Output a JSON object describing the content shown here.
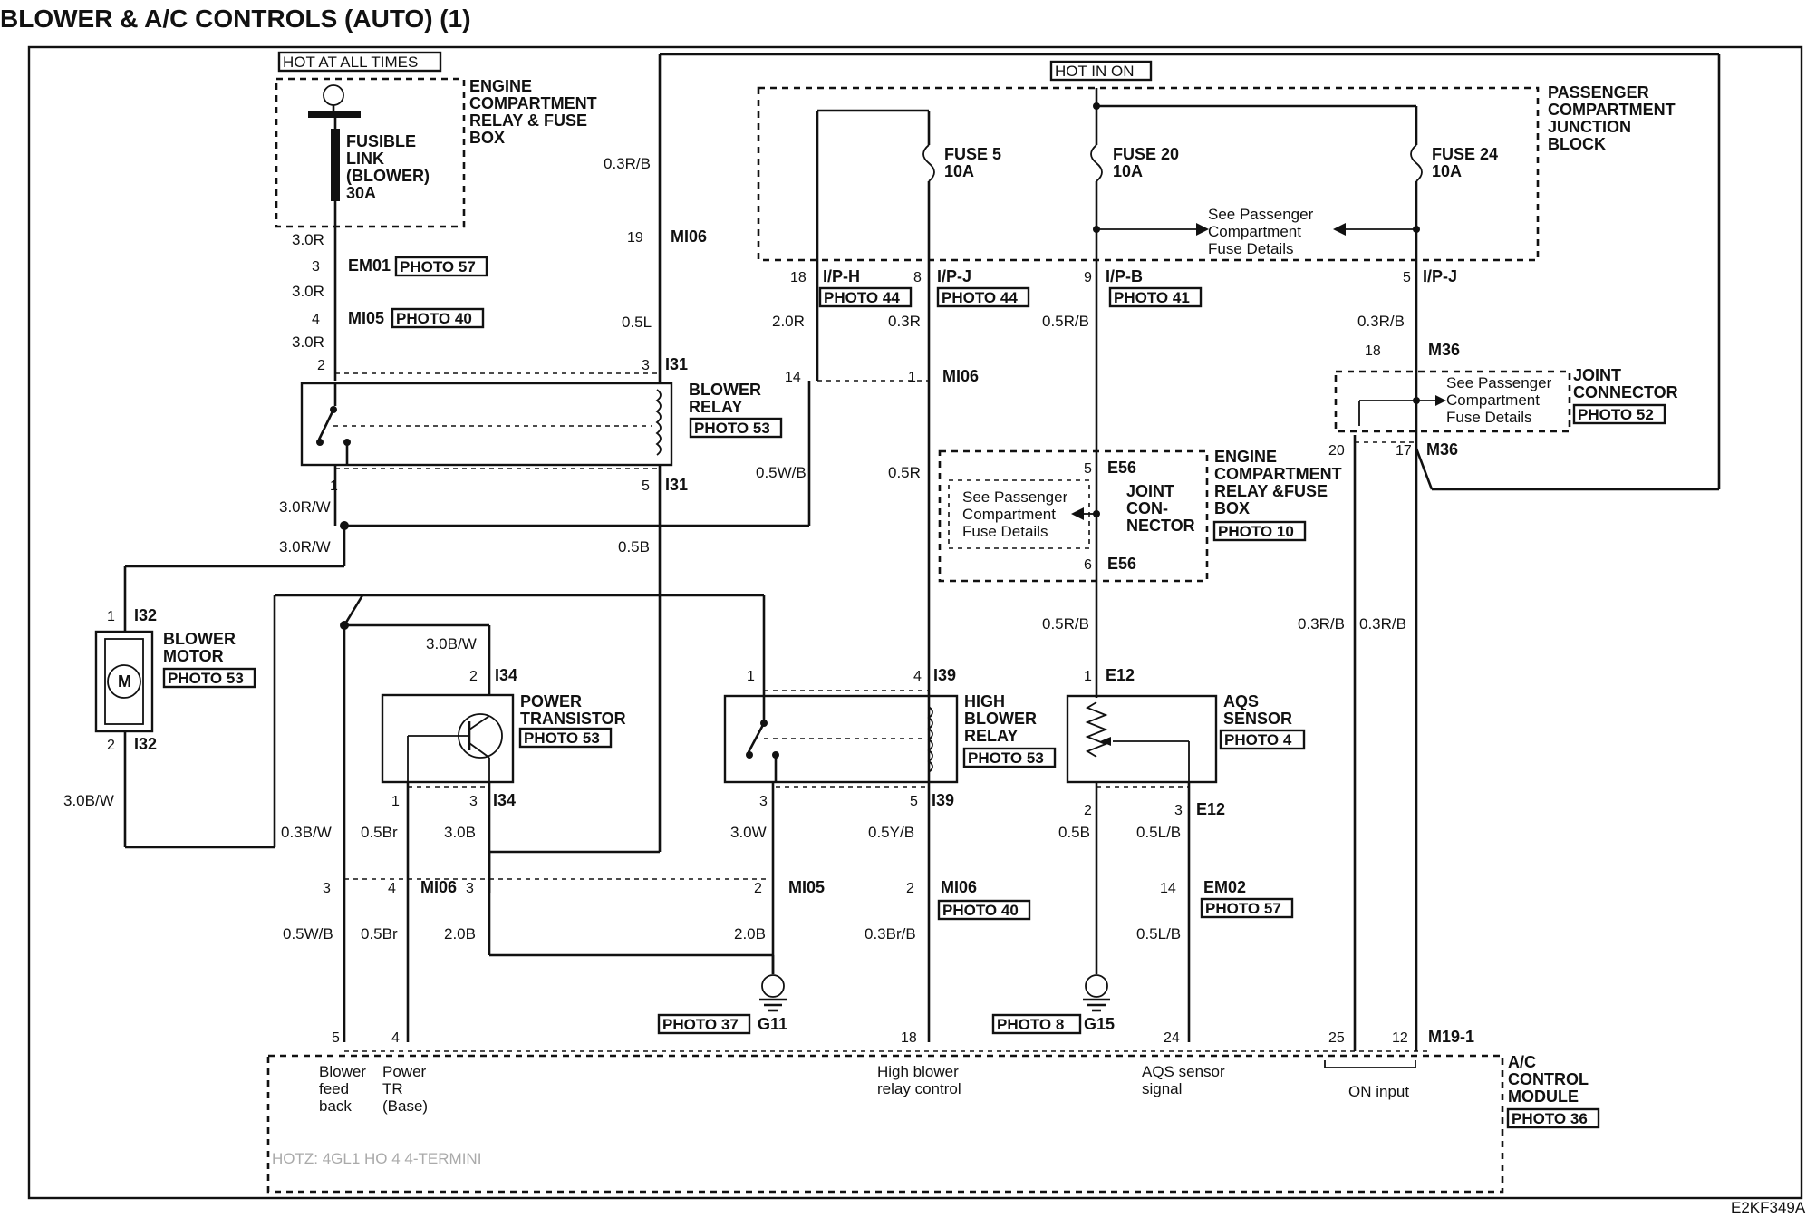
{
  "title": "BLOWER & A/C CONTROLS (AUTO) (1)",
  "figure_code": "E2KF349A",
  "power": {
    "hot_at_all_times": "HOT AT ALL TIMES",
    "hot_in_on": "HOT IN ON"
  },
  "engine_box_top": {
    "name_lines": [
      "ENGINE",
      "COMPARTMENT",
      "RELAY & FUSE",
      "BOX"
    ],
    "fusible_lines": [
      "FUSIBLE",
      "LINK",
      "(BLOWER)",
      "30A"
    ]
  },
  "pjb": {
    "name_lines": [
      "PASSENGER",
      "COMPARTMENT",
      "JUNCTION",
      "BLOCK"
    ],
    "fuse5": [
      "FUSE 5",
      "10A"
    ],
    "fuse20": [
      "FUSE 20",
      "10A"
    ],
    "fuse24": [
      "FUSE 24",
      "10A"
    ],
    "see_details": [
      "See Passenger",
      "Compartment",
      "Fuse Details"
    ]
  },
  "wires": {
    "w30r": "3.0R",
    "w03rb": "0.3R/B",
    "w05l": "0.5L",
    "w20r": "2.0R",
    "w03r": "0.3R",
    "w05rb": "0.5R/B",
    "w03rb2": "0.3R/B",
    "w30rw": "3.0R/W",
    "w05wb": "0.5W/B",
    "w05r": "0.5R",
    "w05b": "0.5B",
    "w30bw": "3.0B/W",
    "w03bw": "0.3B/W",
    "w05br": "0.5Br",
    "w30b": "3.0B",
    "w30w": "3.0W",
    "w05yb": "0.5Y/B",
    "w05lb": "0.5L/B",
    "w20b": "2.0B",
    "w03brb": "0.3Br/B",
    "w05wb2": "0.5W/B"
  },
  "connectors": {
    "em01": "EM01",
    "mi05": "MI05",
    "mi06": "MI06",
    "i31": "I31",
    "ipH": "I/P-H",
    "ipJ": "I/P-J",
    "ipB": "I/P-B",
    "m36": "M36",
    "e56": "E56",
    "i32": "I32",
    "i34": "I34",
    "i39": "I39",
    "e12": "E12",
    "em02": "EM02",
    "m19": "M19-1",
    "g11": "G11",
    "g15": "G15"
  },
  "photos": {
    "p57": "PHOTO 57",
    "p40": "PHOTO 40",
    "p44": "PHOTO 44",
    "p41": "PHOTO 41",
    "p53": "PHOTO 53",
    "p52": "PHOTO 52",
    "p10": "PHOTO 10",
    "p4": "PHOTO 4",
    "p37": "PHOTO 37",
    "p8": "PHOTO 8",
    "p36": "PHOTO 36"
  },
  "components": {
    "blower_relay": [
      "BLOWER",
      "RELAY"
    ],
    "blower_motor": [
      "BLOWER",
      "MOTOR"
    ],
    "motor_symbol": "M",
    "power_transistor": [
      "POWER",
      "TRANSISTOR"
    ],
    "high_blower_relay": [
      "HIGH",
      "BLOWER",
      "RELAY"
    ],
    "aqs_sensor": [
      "AQS",
      "SENSOR"
    ],
    "joint_connector": [
      "JOINT",
      "CONNECTOR"
    ],
    "joint_con_nector": [
      "JOINT",
      "CON-",
      "NECTOR"
    ],
    "engine_box_mid": [
      "ENGINE",
      "COMPARTMENT",
      "RELAY &FUSE",
      "BOX"
    ],
    "ac_module": [
      "A/C",
      "CONTROL",
      "MODULE"
    ]
  },
  "module_pins": {
    "blower_feedback": [
      "Blower",
      "feed",
      "back"
    ],
    "power_tr_base": [
      "Power",
      "TR",
      "(Base)"
    ],
    "high_blower_relay_control": [
      "High blower",
      "relay control"
    ],
    "aqs_sensor_signal": [
      "AQS sensor",
      "signal"
    ],
    "on_input": "ON input"
  },
  "pins": {
    "p1": "1",
    "p2": "2",
    "p3": "3",
    "p4": "4",
    "p5": "5",
    "p6": "6",
    "p8": "8",
    "p9": "9",
    "p12": "12",
    "p14": "14",
    "p17": "17",
    "p18": "18",
    "p19": "19",
    "p20": "20",
    "p24": "24",
    "p25": "25"
  },
  "watermark": "HOTZ: 4GL1 HO 4 4-TERMINI"
}
